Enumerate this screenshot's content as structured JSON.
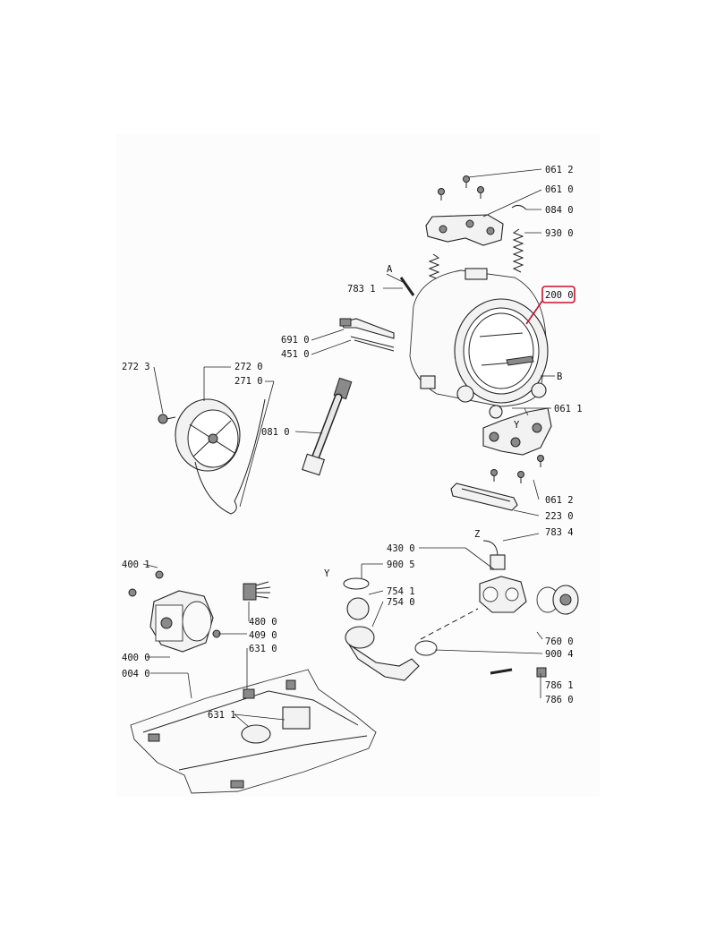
{
  "labels": {
    "l0612a": "061 2",
    "l0610": "061 0",
    "l0840": "084 0",
    "l9300": "930 0",
    "lA": "A",
    "l7831": "783 1",
    "l2000": "200 0",
    "l6910": "691 0",
    "l4510": "451 0",
    "l2723": "272 3",
    "l2720": "272 0",
    "l2710": "271 0",
    "lB": "B",
    "l0611": "061 1",
    "lY1": "Y",
    "l0810": "081 0",
    "l0612b": "061 2",
    "l2230": "223 0",
    "lZ": "Z",
    "l7834": "783 4",
    "l4300": "430 0",
    "l4001": "400 1",
    "lY2": "Y",
    "l9005": "900 5",
    "l7541": "754 1",
    "l7540": "754 0",
    "l4800": "480 0",
    "l4090": "409 0",
    "l6310": "631 0",
    "l4000": "400 0",
    "l0040": "004 0",
    "l7600": "760 0",
    "l9004": "900 4",
    "l7861": "786 1",
    "l7860": "786 0",
    "l6311": "631 1"
  },
  "highlight_color": "#c8102e"
}
